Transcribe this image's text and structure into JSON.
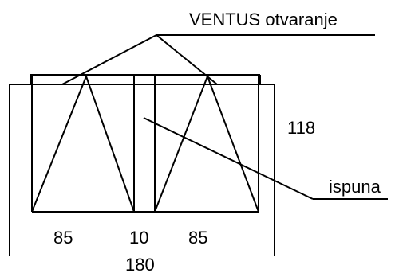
{
  "callouts": {
    "top_label": "VENTUS otvaranje",
    "right_label": "ispuna"
  },
  "dimensions": {
    "height": "118",
    "left_sash_width": "85",
    "mullion_width": "10",
    "right_sash_width": "85",
    "total_width": "180"
  }
}
